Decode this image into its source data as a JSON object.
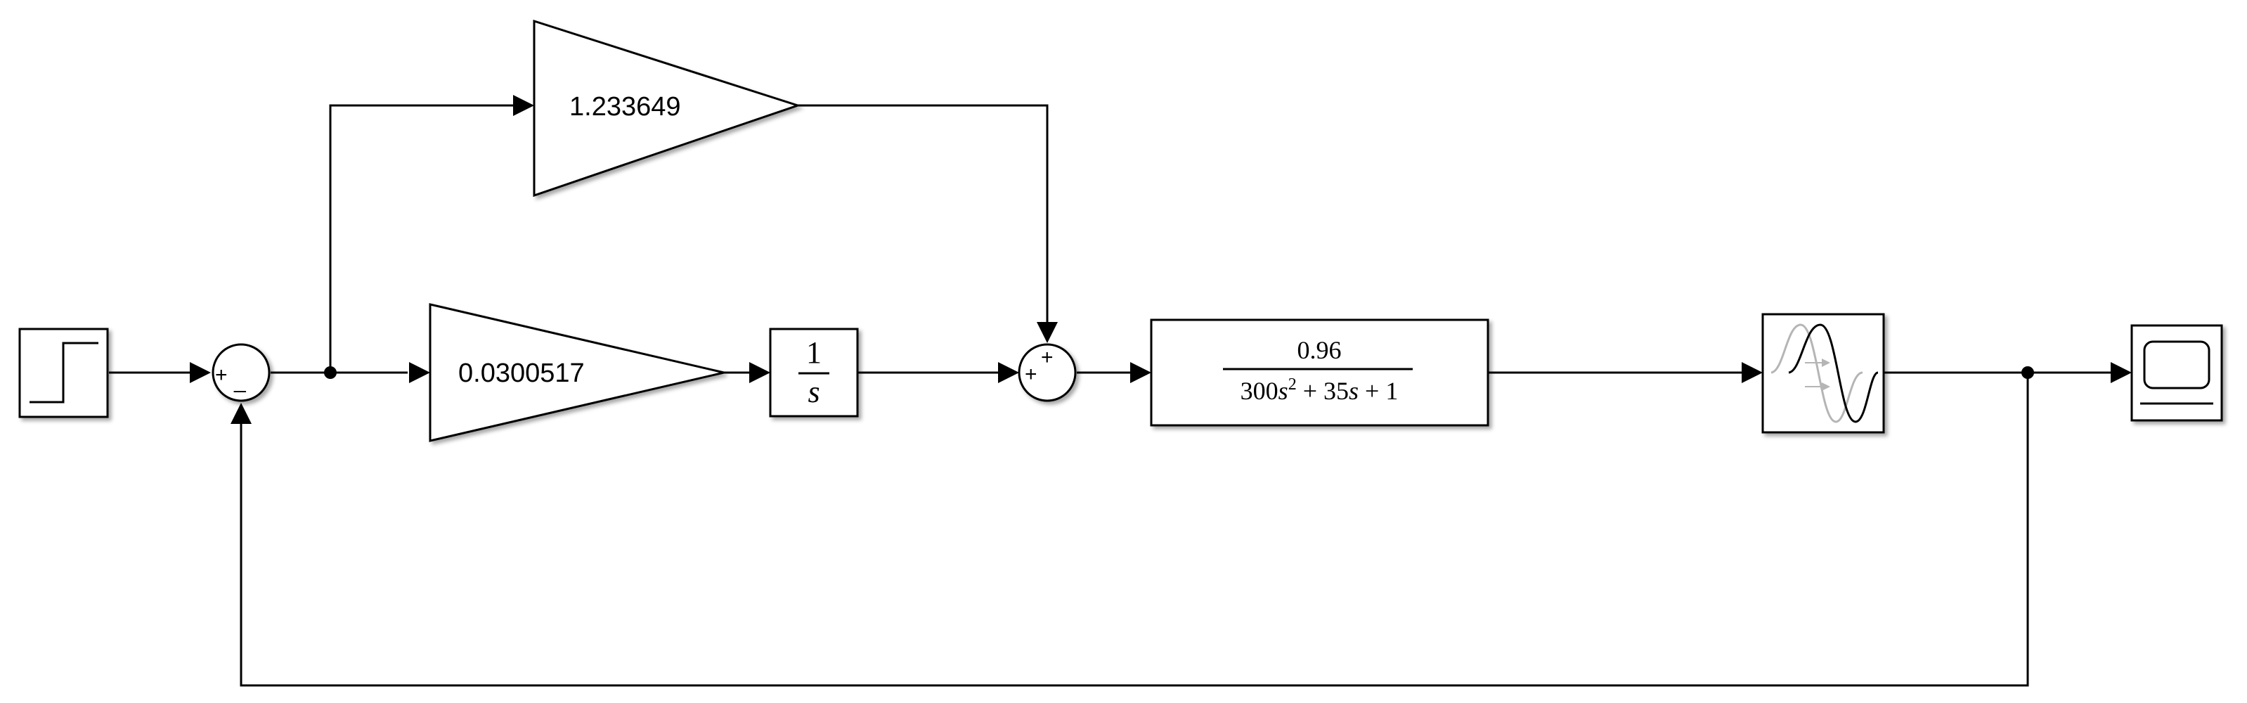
{
  "diagram": {
    "step": {
      "icon": "step-icon"
    },
    "sum1": {
      "sign_plus": "+",
      "sign_minus": "_"
    },
    "gain_proportional": {
      "value": "1.233649"
    },
    "gain_integral": {
      "value": "0.0300517"
    },
    "integrator": {
      "numerator": "1",
      "denominator": "s"
    },
    "sum2": {
      "sign_left": "+",
      "sign_top": "+"
    },
    "plant": {
      "numerator": "0.96",
      "den_a": "300",
      "den_s1": "s",
      "den_exp": "2",
      "den_b": " + 35",
      "den_s2": "s",
      "den_c": " + 1"
    },
    "delay": {
      "icon": "transport-delay-icon"
    },
    "scope": {
      "icon": "scope-icon"
    }
  }
}
